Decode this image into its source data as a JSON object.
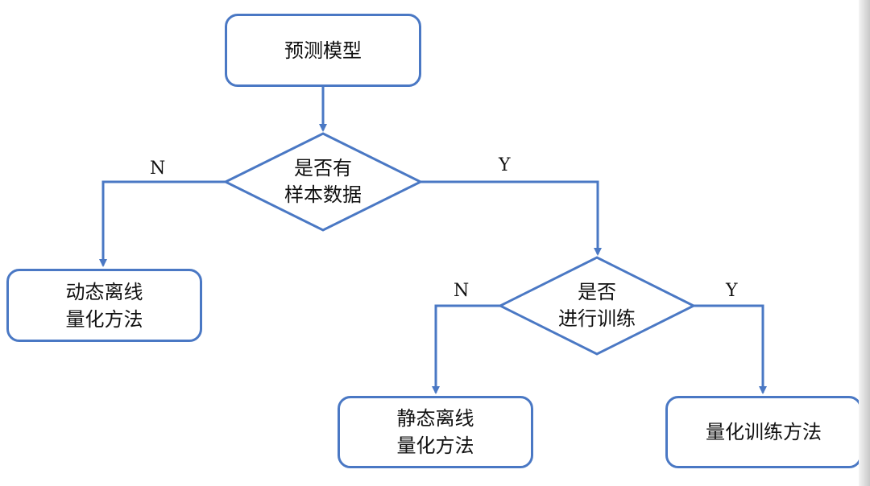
{
  "colors": {
    "stroke": "#4a78c4",
    "text": "#111111"
  },
  "nodes": {
    "predict_model": "预测模型",
    "has_sample_data": [
      "是否有",
      "样本数据"
    ],
    "dynamic_offline": [
      "动态离线",
      "量化方法"
    ],
    "do_training": [
      "是否",
      "进行训练"
    ],
    "static_offline": [
      "静态离线",
      "量化方法"
    ],
    "quant_training": "量化训练方法"
  },
  "edge_labels": {
    "d1_no": "N",
    "d1_yes": "Y",
    "d2_no": "N",
    "d2_yes": "Y"
  }
}
